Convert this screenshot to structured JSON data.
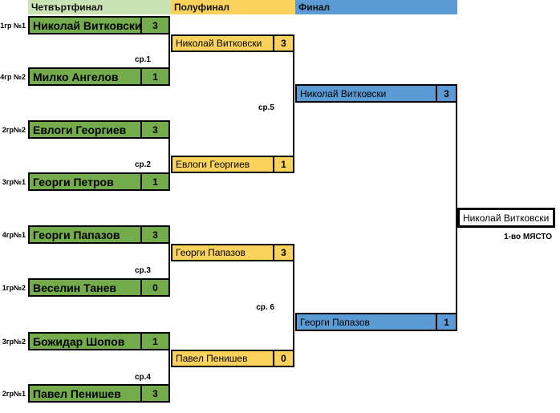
{
  "headers": {
    "quarterfinal": "Четвъртфинал",
    "semifinal": "Полуфинал",
    "final": "Финал"
  },
  "quarterfinals": [
    {
      "seed": "1гр №1",
      "name": "Николай Витковски",
      "score": "3"
    },
    {
      "seed": "4гр №2",
      "name": "Милко Ангелов",
      "score": "1"
    },
    {
      "seed": "2гр№2",
      "name": "Евлоги Георгиев",
      "score": "3"
    },
    {
      "seed": "3гр№1",
      "name": "Георги Петров",
      "score": "1"
    },
    {
      "seed": "4гр№1",
      "name": "Георги Папазов",
      "score": "3"
    },
    {
      "seed": "1гр№2",
      "name": "Веселин Танев",
      "score": "0"
    },
    {
      "seed": "3гр№2",
      "name": "Божидар Шопов",
      "score": "1"
    },
    {
      "seed": "2гр№1",
      "name": "Павел Пенишев",
      "score": "3"
    }
  ],
  "semifinals": [
    {
      "name": "Николай Витковски",
      "score": "3"
    },
    {
      "name": "Евлоги Георгиев",
      "score": "1"
    },
    {
      "name": "Георги Папазов",
      "score": "3"
    },
    {
      "name": "Павел Пенишев",
      "score": "0"
    }
  ],
  "finals": [
    {
      "name": "Николай Витковски",
      "score": "3"
    },
    {
      "name": "Георги Папазов",
      "score": "1"
    }
  ],
  "match_labels": {
    "m1": "ср.1",
    "m2": "ср.2",
    "m3": "ср.3",
    "m4": "ср.4",
    "m5": "ср.5",
    "m6": "ср. 6"
  },
  "winner": {
    "name": "Николай Витковски",
    "place": "1-во МЯСТО"
  },
  "colors": {
    "header_quarterfinal": "#C9E3B5",
    "header_semifinal": "#FBD25C",
    "header_final": "#5B9BD5",
    "box_quarterfinal": "#74AC4C",
    "box_semifinal": "#FBD25C",
    "box_final": "#5B9BD5",
    "border": "#000000"
  }
}
